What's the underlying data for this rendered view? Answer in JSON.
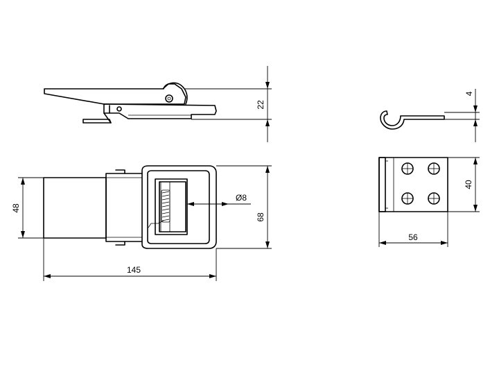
{
  "dimensions": {
    "side_height": "22",
    "front_height": "48",
    "front_overall_height": "68",
    "front_length": "145",
    "hole_diameter": "Ø8",
    "hook_thickness": "4",
    "plate_height": "40",
    "plate_width": "56"
  },
  "colors": {
    "line": "#000000",
    "background": "#ffffff"
  }
}
